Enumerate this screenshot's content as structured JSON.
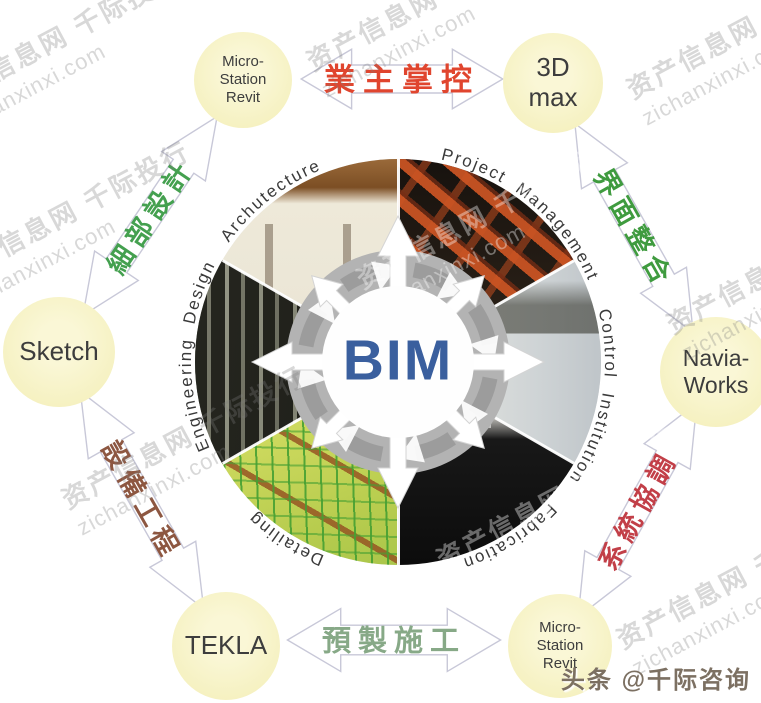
{
  "center": {
    "label": "BIM",
    "color": "#3a5f9e"
  },
  "ring": {
    "segments": [
      {
        "label": "Archutecture"
      },
      {
        "label": "Project Management"
      },
      {
        "label": "Control Institution"
      },
      {
        "label": "Fabrication"
      },
      {
        "label": "Detailing"
      },
      {
        "label": "Engineering Design"
      }
    ]
  },
  "nodes": [
    {
      "id": "microstation-top",
      "lines": [
        "Micro-",
        "Station",
        "Revit"
      ]
    },
    {
      "id": "3d-max",
      "lines": [
        "3D",
        "max"
      ]
    },
    {
      "id": "navia-works",
      "lines": [
        "Navia-",
        "Works"
      ]
    },
    {
      "id": "microstation-bottom",
      "lines": [
        "Micro-",
        "Station",
        "Revit"
      ]
    },
    {
      "id": "tekla",
      "lines": [
        "TEKLA"
      ]
    },
    {
      "id": "sketch",
      "lines": [
        "Sketch"
      ]
    }
  ],
  "flows": [
    {
      "id": "owner-control",
      "label": "業主掌控",
      "color": "#e0452e"
    },
    {
      "id": "interface-integration",
      "label": "界面整合",
      "color": "#3f9b3f"
    },
    {
      "id": "system-coordination",
      "label": "系統協調",
      "color": "#c23f48"
    },
    {
      "id": "prefab-construction",
      "label": "預製施工",
      "color": "#87a987"
    },
    {
      "id": "equipment-engineering",
      "label": "設備工程",
      "color": "#8d5741"
    },
    {
      "id": "detail-design",
      "label": "細部設計",
      "color": "#44a04f"
    }
  ],
  "node_fill": "#f3eeb6",
  "watermark": {
    "line1": "资产信息网 千际投行",
    "line2": "zichanxinxi.com"
  },
  "branding": {
    "label": "头条 @千际咨询"
  }
}
